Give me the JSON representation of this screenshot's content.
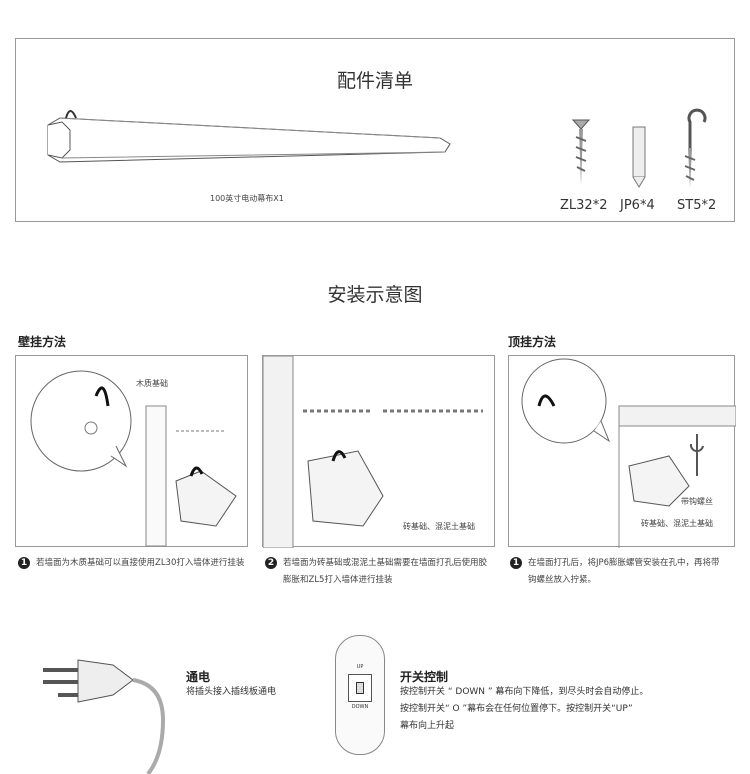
{
  "accessories": {
    "title": "配件清单",
    "screen_label": "100英寸电动幕布X1",
    "items": [
      {
        "label": "ZL32*2"
      },
      {
        "label": "JP6*4"
      },
      {
        "label": "ST5*2"
      }
    ]
  },
  "install": {
    "title": "安装示意图",
    "wall_title": "壁挂方法",
    "ceiling_title": "顶挂方法",
    "panels": [
      {
        "tag": "木质基础",
        "caption_num": "1",
        "caption": "若墙面为木质基础可以直接使用ZL30打入墙体进行挂装"
      },
      {
        "tag": "砖基础、混泥土基础",
        "caption_num": "2",
        "caption": "若墙面为砖基础或混泥土基础需要在墙面打孔后使用胶膨胀和ZL5打入墙体进行挂装"
      },
      {
        "tag": "砖基础、混泥土基础",
        "tag2": "带钩螺丝",
        "caption_num": "1",
        "caption": "在墙面打孔后，将JP6膨胀螺管安装在孔中，再将带钩螺丝放入拧紧。"
      }
    ]
  },
  "power": {
    "title": "通电",
    "text": "将插头接入插线板通电"
  },
  "switch": {
    "title": "开关控制",
    "up": "UP",
    "down": "DOWN",
    "lines": [
      "按控制开关 “ DOWN ” 幕布向下降低，到尽头时会自动停止。",
      "按控制开关“ O ”幕布会在任何位置停下。按控制开关“UP”",
      "幕布向上升起"
    ]
  }
}
